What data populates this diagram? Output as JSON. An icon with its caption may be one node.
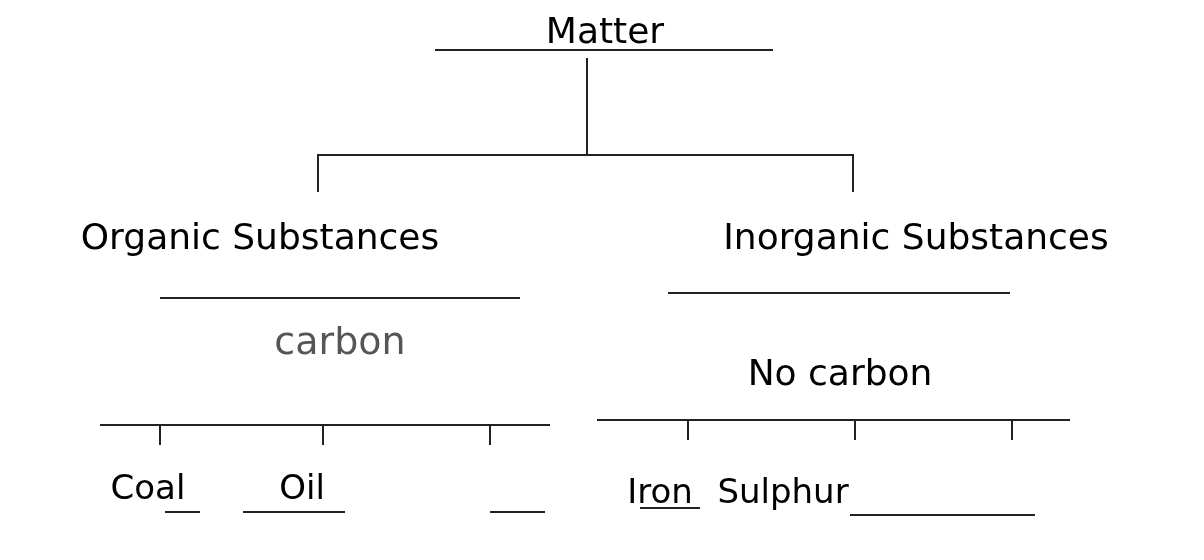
{
  "diagram": {
    "nodes": [
      {
        "text": [
          "Matter"
        ]
      },
      {
        "text": [
          "Organic Substances"
        ]
      },
      {
        "text": [
          "Inorganic Substances"
        ]
      },
      {
        "text": [
          "carbon"
        ]
      },
      {
        "text": [
          "No carbon"
        ]
      },
      {
        "text": [
          "Coal"
        ]
      },
      {
        "text": [
          "Oil"
        ]
      },
      {
        "text": [
          "Iron"
        ]
      },
      {
        "text": [
          "Sulphur"
        ]
      }
    ],
    "edges": [
      {
        "from": 0,
        "to": 1,
        "arrow": "none"
      },
      {
        "from": 0,
        "to": 2,
        "arrow": "none"
      }
    ]
  }
}
